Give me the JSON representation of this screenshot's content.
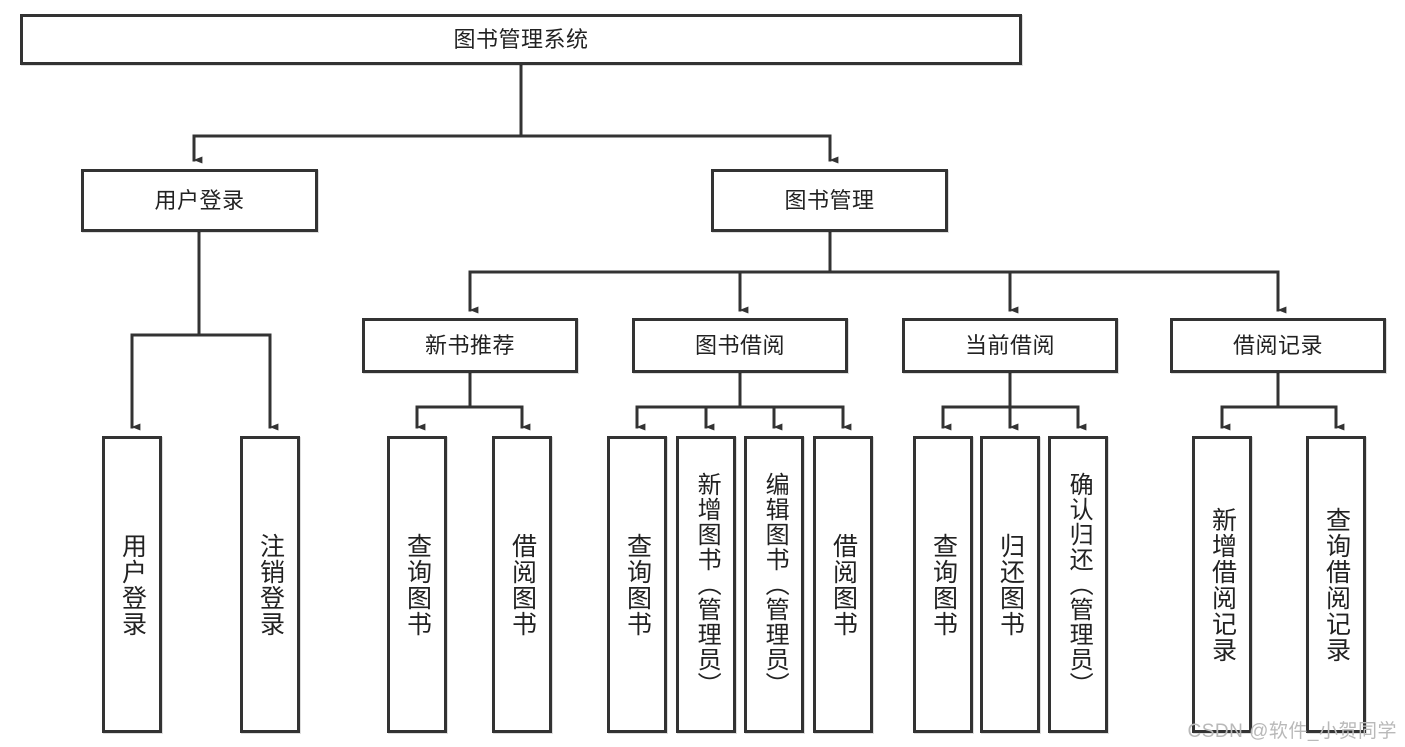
{
  "diagram": {
    "title": "图书管理系统",
    "type": "hierarchy-tree",
    "levels": 4,
    "colors": {
      "box_border": "#333333",
      "box_fill": "#ffffff",
      "connector": "#333333",
      "text": "#222222",
      "watermark": "#b9b9b9",
      "background": "#ffffff"
    },
    "root": {
      "label": "图书管理系统"
    },
    "level2": [
      {
        "label": "用户登录"
      },
      {
        "label": "图书管理"
      }
    ],
    "level3": [
      {
        "label": "新书推荐"
      },
      {
        "label": "图书借阅"
      },
      {
        "label": "当前借阅"
      },
      {
        "label": "借阅记录"
      }
    ],
    "leaves": {
      "user_login": [
        {
          "label": "用户登录"
        },
        {
          "label": "注销登录"
        }
      ],
      "new_book_recommend": [
        {
          "label": "查询图书"
        },
        {
          "label": "借阅图书"
        }
      ],
      "book_borrow": [
        {
          "label": "查询图书"
        },
        {
          "label": "新增图书（管理员）"
        },
        {
          "label": "编辑图书（管理员）"
        },
        {
          "label": "借阅图书"
        }
      ],
      "current_borrow": [
        {
          "label": "查询图书"
        },
        {
          "label": "归还图书"
        },
        {
          "label": "确认归还（管理员）"
        }
      ],
      "borrow_record": [
        {
          "label": "新增借阅记录"
        },
        {
          "label": "查询借阅记录"
        }
      ]
    }
  },
  "watermark": {
    "text": "CSDN @软件_小贺同学"
  }
}
